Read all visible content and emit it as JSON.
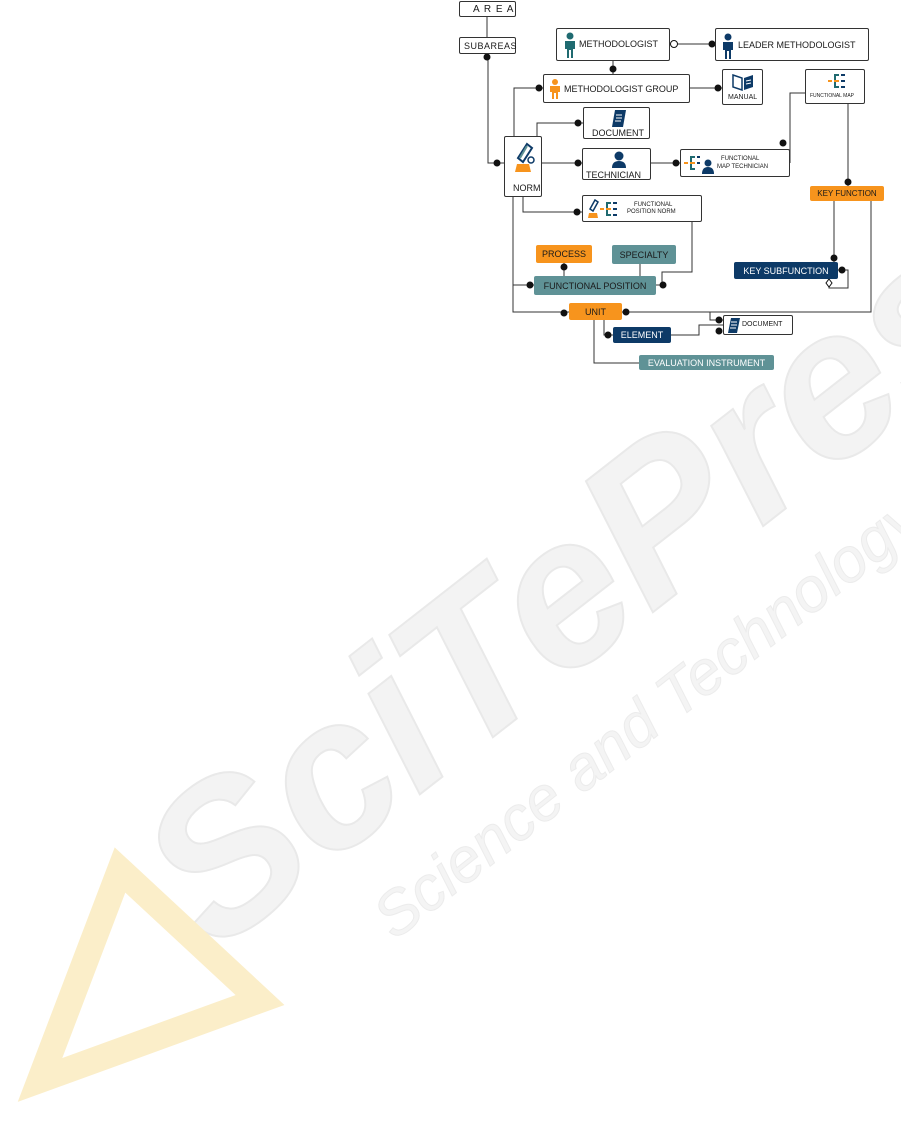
{
  "colors": {
    "orange": "#f7941d",
    "teal": "#5f9296",
    "navy": "#0d3a67",
    "line": "#333333"
  },
  "labels": {
    "area": "A R E A",
    "subareas": "SUBAREAS",
    "methodologist": "METHODOLOGIST",
    "leader_methodologist": "LEADER METHODOLOGIST",
    "methodologist_group": "METHODOLOGIST GROUP",
    "manual": "MANUAL",
    "functional_map": "FUNCTIONAL MAP",
    "document_top": "DOCUMENT",
    "norm": "NORM",
    "technician": "TECHNICIAN",
    "functional_map_technician_1": "FUNCTIONAL",
    "functional_map_technician_2": "MAP TECHNICIAN",
    "key_function": "KEY FUNCTION",
    "functional_position_norm_1": "FUNCTIONAL",
    "functional_position_norm_2": "POSITION NORM",
    "process": "PROCESS",
    "specialty": "SPECIALTY",
    "key_subfunction": "KEY SUBFUNCTION",
    "functional_position": "FUNCTIONAL POSITION",
    "unit": "UNIT",
    "document_bottom": "DOCUMENT",
    "element": "ELEMENT",
    "evaluation_instrument": "EVALUATION INSTRUMENT"
  },
  "watermark": {
    "logo": "SciTePress",
    "tagline": "Science and Technology Publications"
  }
}
